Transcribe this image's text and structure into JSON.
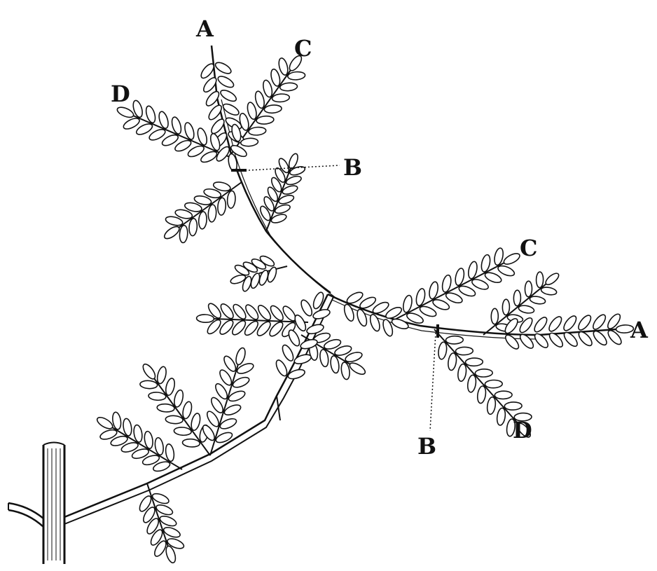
{
  "figure": {
    "labels": {
      "top_a": "A",
      "top_c": "C",
      "top_d": "D",
      "top_b": "B",
      "right_c": "C",
      "right_a": "A",
      "right_d": "D",
      "right_b": "B"
    },
    "colors": {
      "ink": "#111111",
      "paper": "#ffffff"
    }
  }
}
